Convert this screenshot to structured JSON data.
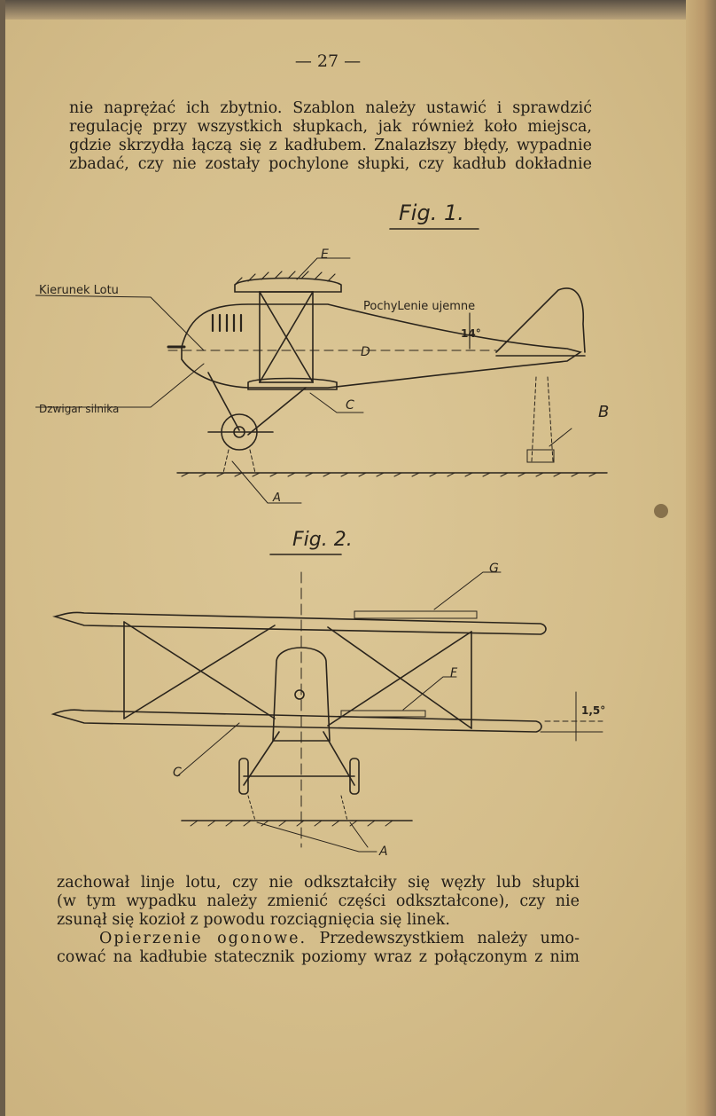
{
  "page": {
    "number": "— 27 —"
  },
  "text_top": {
    "lines": [
      "nie naprężać ich zbytnio. Szablon należy ustawić i sprawdzić",
      "regulację przy wszystkich słupkach, jak również koło miejsca,",
      "gdzie skrzydła łączą się z kadłubem. Znalazłszy błędy, wypadnie",
      "zbadać, czy nie zostały pochylone słupki, czy kadłub dokładnie"
    ]
  },
  "figure1": {
    "caption": "Fig. 1.",
    "labels": {
      "e": "E",
      "kierunek": "Kierunek Lotu",
      "pochylenie": "PochyLenie ujemne",
      "angle": "14°",
      "d": "D",
      "c": "C",
      "dzwigar": "Dzwigar silnika",
      "b": "B",
      "a": "A"
    }
  },
  "figure2": {
    "caption": "Fig. 2.",
    "labels": {
      "g": "G",
      "f": "F",
      "angle": "1,5°",
      "c": "C",
      "a": "A"
    }
  },
  "text_bottom": {
    "lines": [
      "zachował linje lotu, czy nie odkształciły się węzły lub słupki",
      "(w tym wypadku należy zmienić części odkształcone), czy nie",
      "zsunął się kozioł z powodu rozciągnięcia się linek."
    ],
    "heading": "Opierzenie ogonowe.",
    "heading_rest": " Przedewszystkiem należy umo-",
    "last_line": "cować na kadłubie statecznik poziomy wraz z połączonym z nim"
  }
}
